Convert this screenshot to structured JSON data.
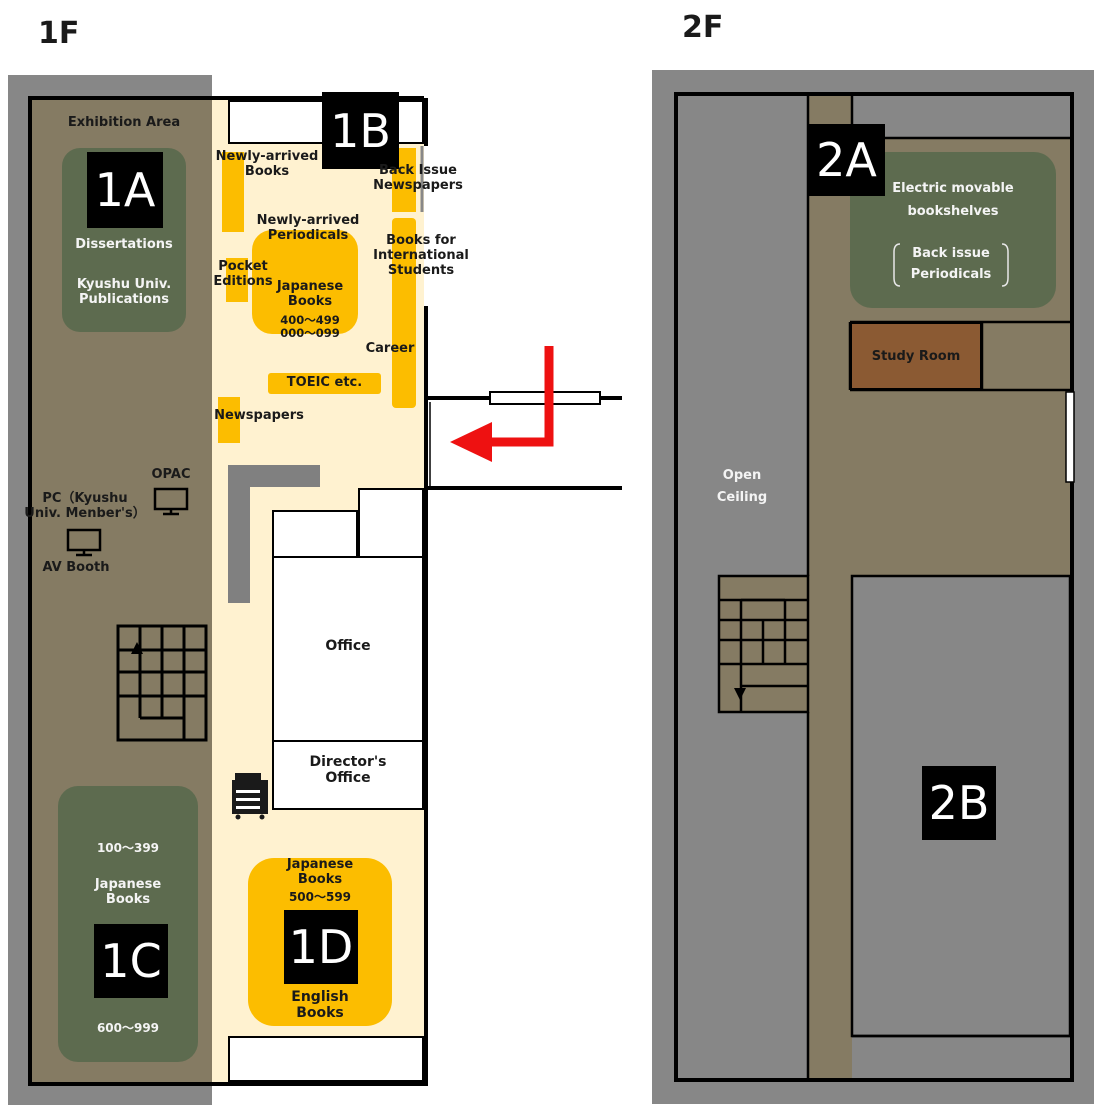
{
  "floors": {
    "first": {
      "label": "1F",
      "zones": {
        "a": "1A",
        "b": "1B",
        "c": "1C",
        "d": "1D"
      },
      "labels": {
        "exhibition": "Exhibition Area",
        "dissertations": "Dissertations",
        "kyushu_pubs": "Kyushu Univ.\nPublications",
        "newly_books": "Newly-arrived\nBooks",
        "newly_periodicals": "Newly-arrived\nPeriodicals",
        "pocket": "Pocket\nEditions",
        "japanese_books_a": "Japanese\nBooks",
        "jp_ranges_a": "400～499\n000～099",
        "back_issue_news": "Back Issue\nNewspapers",
        "intl_books": "Books for\nInternational\nStudents",
        "career": "Career",
        "toeic": "TOEIC etc.",
        "newspapers": "Newspapers",
        "opac": "OPAC",
        "pc": "PC（Kyushu\nUniv. Menber's）",
        "av_booth": "AV Booth",
        "office": "Office",
        "directors_office": "Director's\nOffice",
        "range_100_399": "100～399",
        "japanese_books_c": "Japanese\nBooks",
        "range_600_999": "600～999",
        "japanese_books_d": "Japanese\nBooks",
        "range_500_599": "500～599",
        "english_books": "English\nBooks"
      }
    },
    "second": {
      "label": "2F",
      "zones": {
        "a": "2A",
        "b": "2B"
      },
      "labels": {
        "electric_shelves": "Electric movable\nbookshelves",
        "back_issue_periodicals": "Back issue\nPeriodicals",
        "study_room": "Study Room",
        "open_ceiling": "Open\nCeiling"
      }
    }
  },
  "colors": {
    "gray": "#878787",
    "taupe": "#857b63",
    "cream": "#fff2d0",
    "yellow": "#fcbd00",
    "green": "#5d6b4f",
    "brown": "#8b5a33",
    "arrow": "#ee1111"
  }
}
